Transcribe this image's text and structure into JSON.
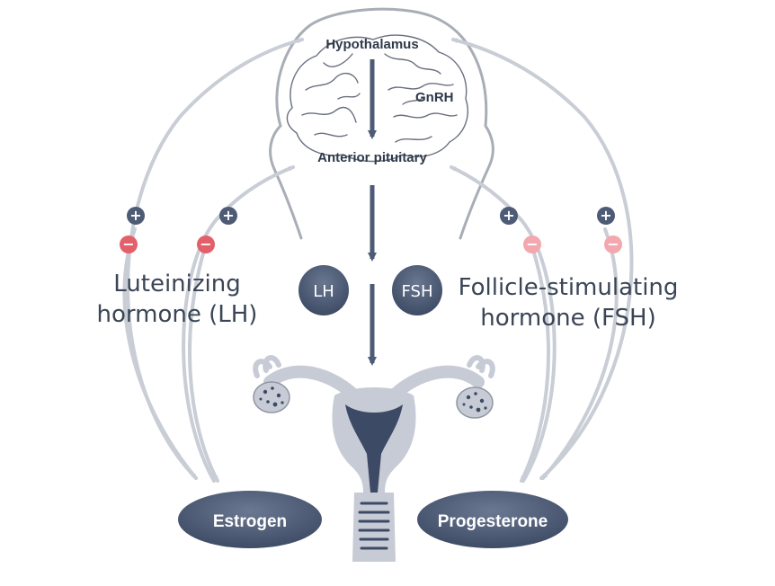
{
  "labels": {
    "hypothalamus": "Hypothalamus",
    "gnrh": "GnRH",
    "anterior_pituitary": "Anterior pituitary",
    "lh_circle": "LH",
    "fsh_circle": "FSH",
    "lh_title_line1": "Luteinizing",
    "lh_title_line2": "hormone (LH)",
    "fsh_title_line1": "Follicle-stimulating",
    "fsh_title_line2": "hormone (FSH)",
    "estrogen": "Estrogen",
    "progesterone": "Progesterone"
  },
  "feedback_symbols": {
    "positive": "+",
    "negative": "−"
  },
  "colors": {
    "navy": "#4d5b76",
    "navy_dark": "#3b4862",
    "arrow_light": "#c9cdd5",
    "outline": "#a8adb6",
    "negative_red": "#e3606a",
    "negative_pink": "#f2a8ae",
    "organ_fill": "#c7cbd5",
    "organ_dark": "#3d4a66"
  }
}
